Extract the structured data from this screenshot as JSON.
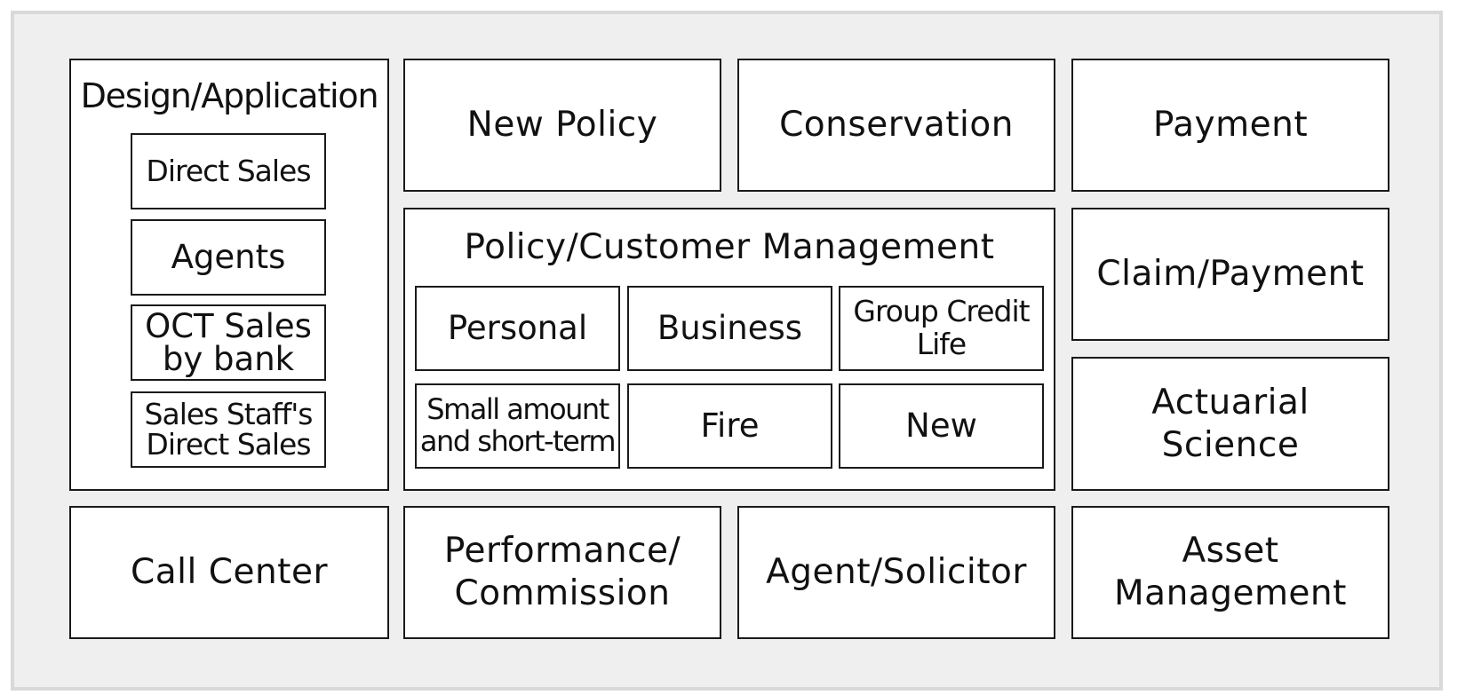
{
  "design_application": {
    "title": "Design/Application",
    "items": [
      "Direct Sales",
      "Agents",
      "OCT Sales\n by bank",
      "Sales Staff's\nDirect Sales"
    ]
  },
  "top_row": {
    "new_policy": "New Policy",
    "conservation": "Conservation",
    "payment": "Payment"
  },
  "policy_customer_management": {
    "title": "Policy/Customer Management",
    "items": [
      "Personal",
      "Business",
      "Group Credit\nLife",
      "Small amount\nand short-term",
      "Fire",
      "New"
    ]
  },
  "right_column": {
    "claim_payment": "Claim/Payment",
    "actuarial_science": "Actuarial\nScience"
  },
  "bottom_row": {
    "call_center": "Call Center",
    "performance_commission": "Performance/\nCommission",
    "agent_solicitor": "Agent/Solicitor",
    "asset_management": "Asset\nManagement"
  }
}
